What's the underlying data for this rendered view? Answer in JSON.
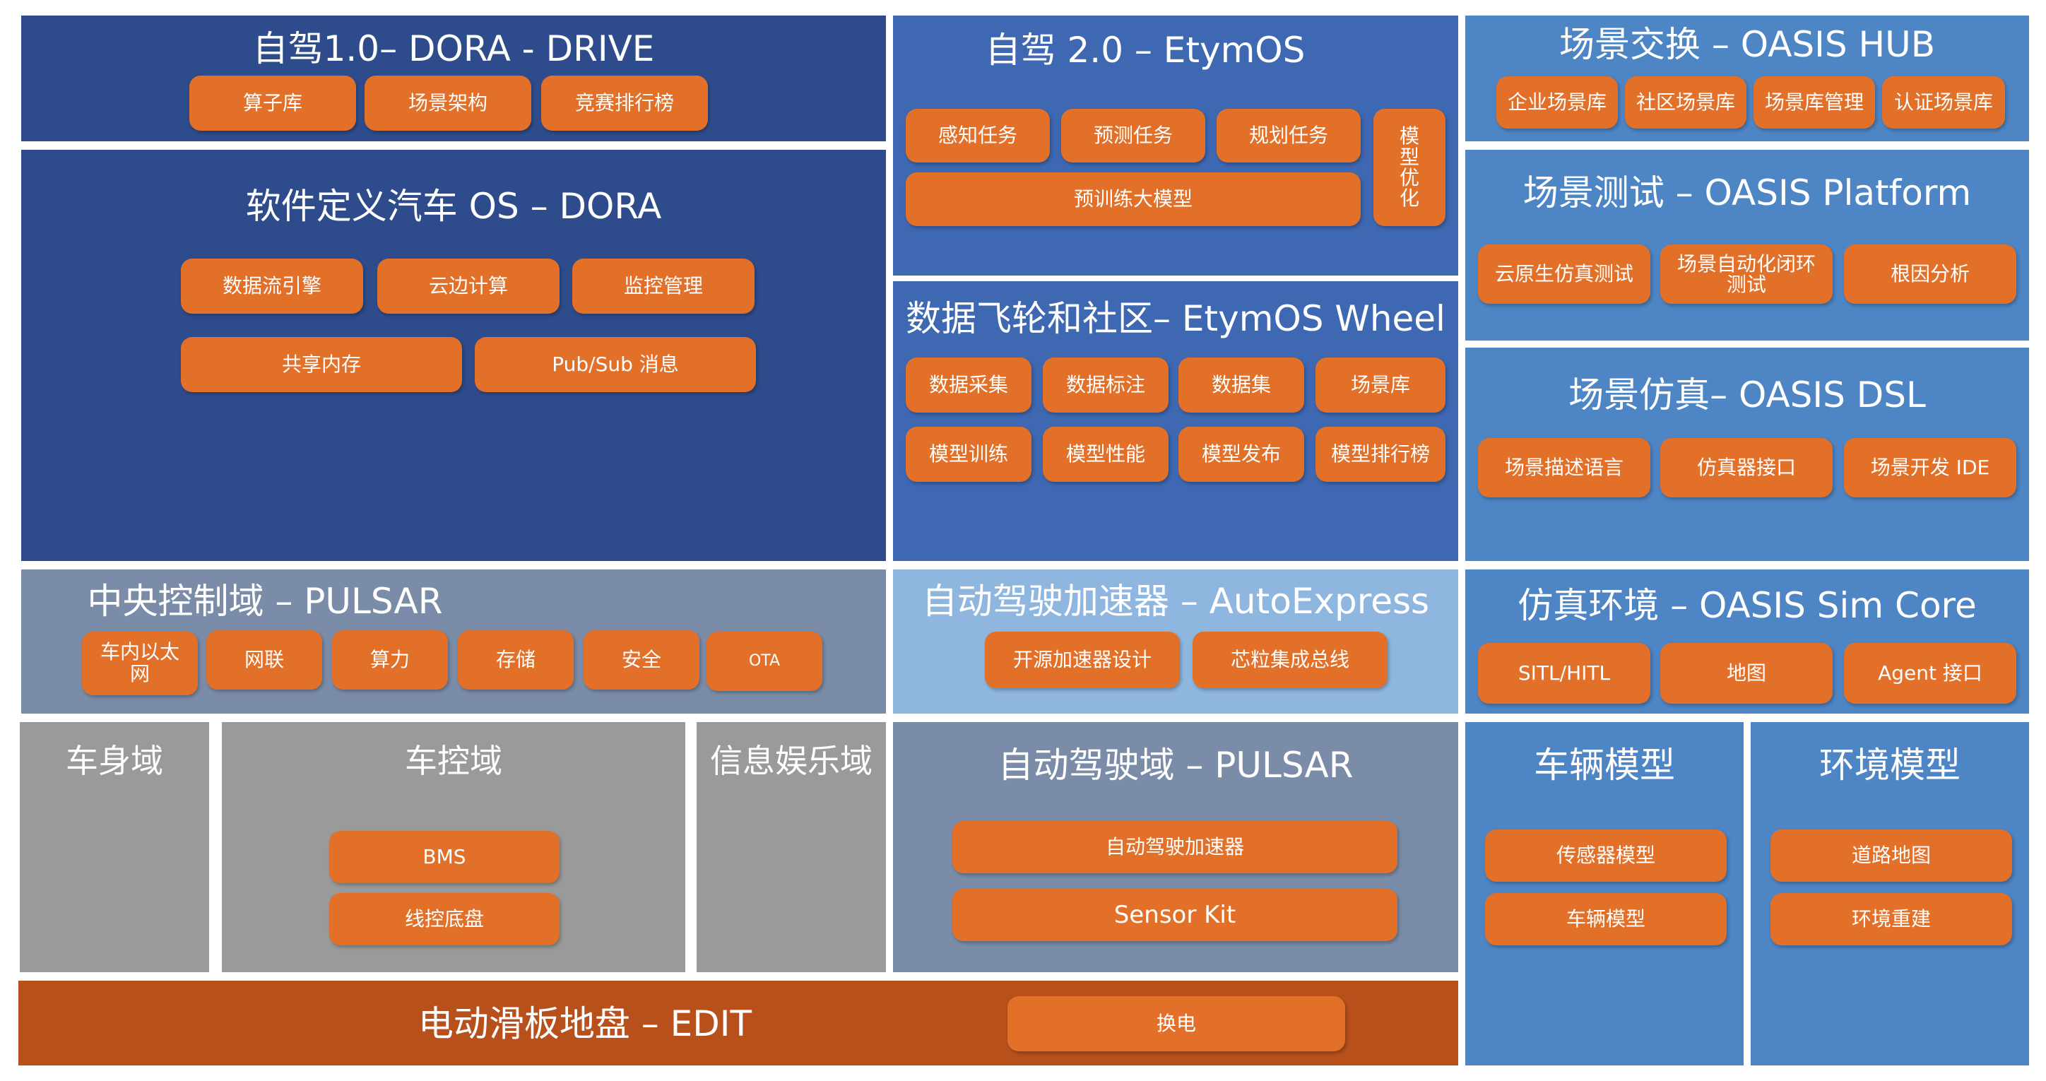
{
  "panels": {
    "dora_drive": {
      "title": "自驾1.0– DORA - DRIVE",
      "chips": [
        "算子库",
        "场景架构",
        "竞赛排行榜"
      ]
    },
    "dora_os": {
      "title": "软件定义汽车 OS – DORA",
      "chips": [
        "数据流引擎",
        "云边计算",
        "监控管理",
        "共享内存",
        "Pub/Sub 消息"
      ]
    },
    "etymos": {
      "title": "自驾 2.0 – EtymOS",
      "chips": [
        "感知任务",
        "预测任务",
        "规划任务",
        "预训练大模型",
        "模型优化"
      ]
    },
    "etymos_wheel": {
      "title": "数据飞轮和社区– EtymOS Wheel",
      "chips": [
        "数据采集",
        "数据标注",
        "数据集",
        "场景库",
        "模型训练",
        "模型性能",
        "模型发布",
        "模型排行榜"
      ]
    },
    "oasis_hub": {
      "title": "场景交换 – OASIS HUB",
      "chips": [
        "企业场景库",
        "社区场景库",
        "场景库管理",
        "认证场景库"
      ]
    },
    "oasis_platform": {
      "title": "场景测试 – OASIS Platform",
      "chips": [
        "云原生仿真测试",
        "场景自动化闭环测试",
        "根因分析"
      ]
    },
    "oasis_dsl": {
      "title": "场景仿真– OASIS DSL",
      "chips": [
        "场景描述语言",
        "仿真器接口",
        "场景开发 IDE"
      ]
    },
    "pulsar_central": {
      "title": "中央控制域 – PULSAR",
      "chips": [
        "车内以太网",
        "网联",
        "算力",
        "存储",
        "安全",
        "OTA"
      ]
    },
    "autoexpress": {
      "title": "自动驾驶加速器 – AutoExpress",
      "chips": [
        "开源加速器设计",
        "芯粒集成总线"
      ]
    },
    "oasis_simcore": {
      "title": "仿真环境 – OASIS Sim Core",
      "chips": [
        "SITL/HITL",
        "地图",
        "Agent 接口"
      ]
    },
    "body_domain": {
      "title": "车身域"
    },
    "chassis_domain": {
      "title": "车控域",
      "chips": [
        "BMS",
        "线控底盘"
      ]
    },
    "infotainment": {
      "title": "信息娱乐域"
    },
    "pulsar_ad": {
      "title": "自动驾驶域 – PULSAR",
      "chips": [
        "自动驾驶加速器",
        "Sensor Kit"
      ]
    },
    "vehicle_model": {
      "title": "车辆模型",
      "chips": [
        "传感器模型",
        "车辆模型"
      ]
    },
    "env_model": {
      "title": "环境模型",
      "chips": [
        "道路地图",
        "环境重建"
      ]
    },
    "edit": {
      "title": "电动滑板地盘 – EDIT",
      "chips": [
        "换电"
      ]
    }
  },
  "colors": {
    "dark_blue": "#2e4c8c",
    "mid_blue": "#3e68b2",
    "right_blue": "#4d85c5",
    "slate": "#7a8ca8",
    "light_blue": "#8eb6df",
    "gray": "#9a9a9a",
    "rust": "#b8501c",
    "chip_orange": "#e27028"
  }
}
